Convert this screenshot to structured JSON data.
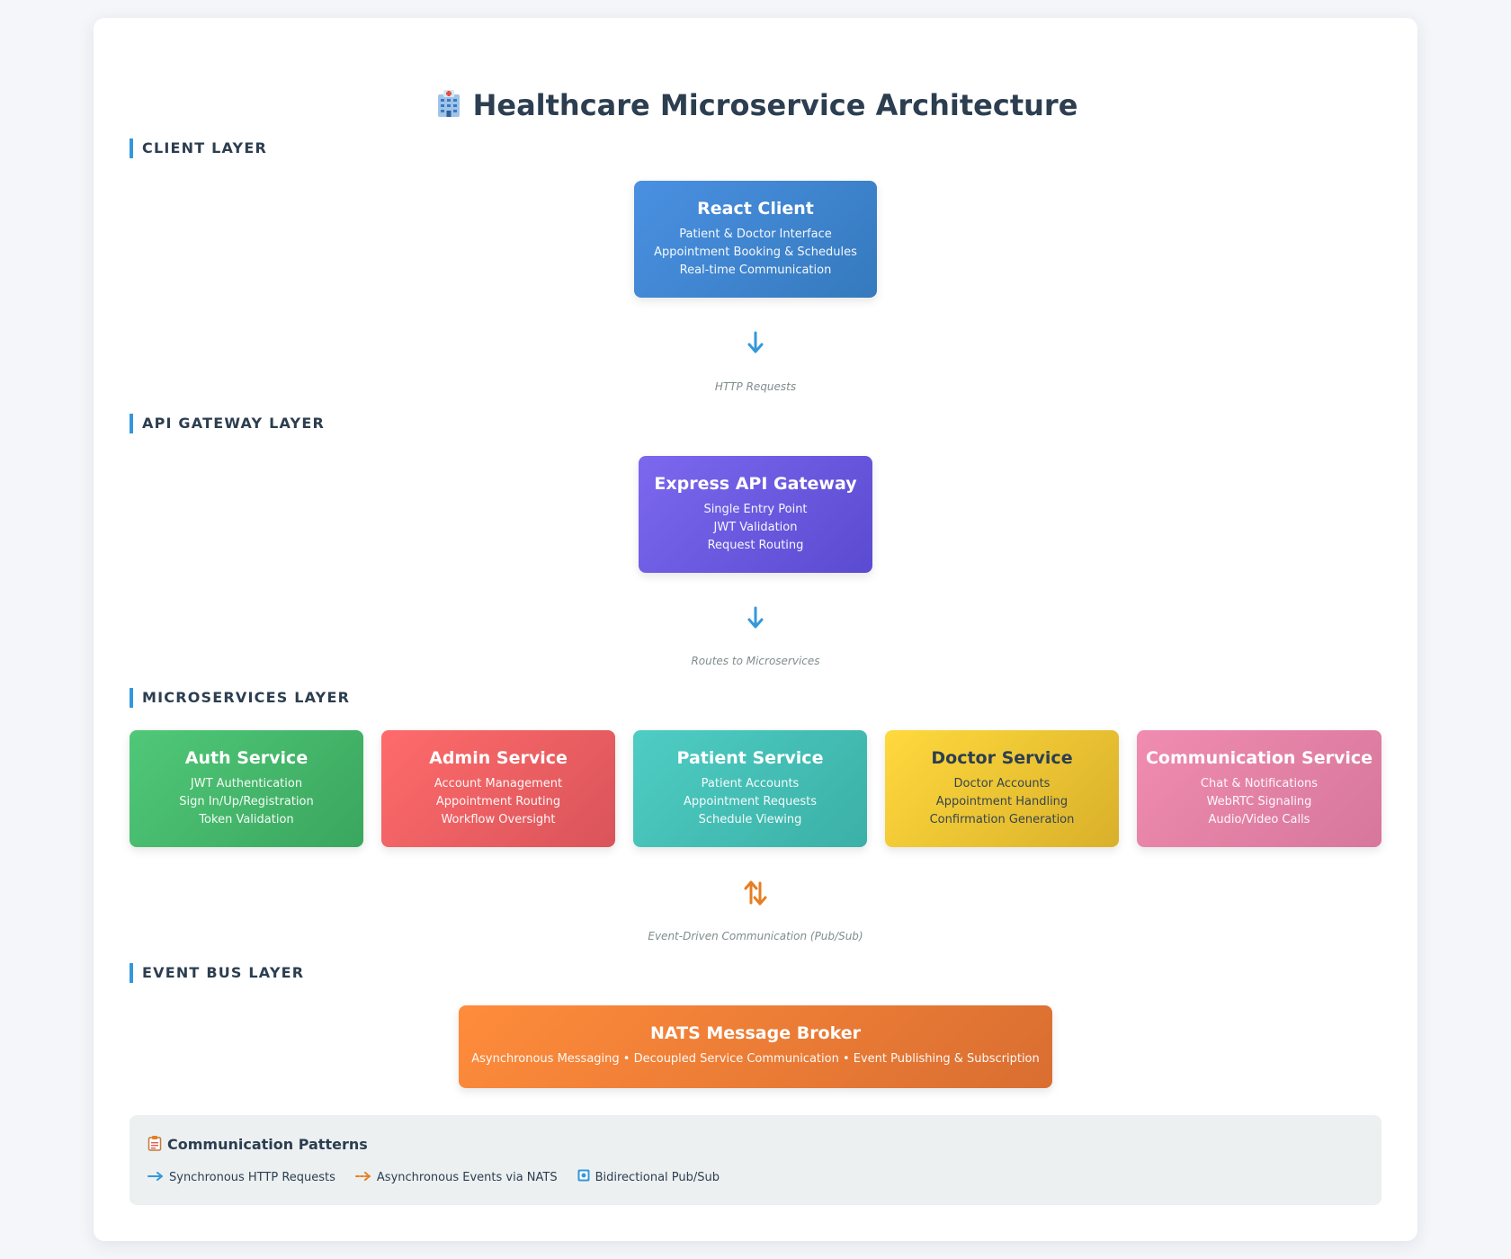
{
  "title": "Healthcare Microservice Architecture",
  "layers": {
    "client": "CLIENT LAYER",
    "gateway": "API GATEWAY LAYER",
    "microservices": "MICROSERVICES LAYER",
    "eventbus": "EVENT BUS LAYER"
  },
  "client": {
    "title": "React Client",
    "lines": [
      "Patient & Doctor Interface",
      "Appointment Booking & Schedules",
      "Real-time Communication"
    ]
  },
  "connectors": {
    "http": "HTTP Requests",
    "routes": "Routes to Microservices",
    "events": "Event-Driven Communication (Pub/Sub)"
  },
  "gateway": {
    "title": "Express API Gateway",
    "lines": [
      "Single Entry Point",
      "JWT Validation",
      "Request Routing"
    ]
  },
  "services": [
    {
      "title": "Auth Service",
      "lines": [
        "JWT Authentication",
        "Sign In/Up/Registration",
        "Token Validation"
      ]
    },
    {
      "title": "Admin Service",
      "lines": [
        "Account Management",
        "Appointment Routing",
        "Workflow Oversight"
      ]
    },
    {
      "title": "Patient Service",
      "lines": [
        "Patient Accounts",
        "Appointment Requests",
        "Schedule Viewing"
      ]
    },
    {
      "title": "Doctor Service",
      "lines": [
        "Doctor Accounts",
        "Appointment Handling",
        "Confirmation Generation"
      ]
    },
    {
      "title": "Communication Service",
      "lines": [
        "Chat & Notifications",
        "WebRTC Signaling",
        "Audio/Video Calls"
      ]
    }
  ],
  "broker": {
    "title": "NATS Message Broker",
    "line": "Asynchronous Messaging • Decoupled Service Communication • Event Publishing & Subscription"
  },
  "legend": {
    "title": "Communication Patterns",
    "items": [
      {
        "label": "Synchronous HTTP Requests",
        "icon": "blue-arrow-icon"
      },
      {
        "label": "Asynchronous Events via NATS",
        "icon": "orange-arrow-icon"
      },
      {
        "label": "Bidirectional Pub/Sub",
        "icon": "bidirectional-icon"
      }
    ]
  },
  "colors": {
    "client": "#3f87d6",
    "gateway": "#6a5ae0",
    "auth": "#45b26b",
    "admin": "#ea5a5f",
    "patient": "#43c1b6",
    "doctor": "#f0cb30",
    "communication": "#e584a6",
    "broker": "#f08a3c",
    "sync_arrow": "#3498db",
    "async_arrow": "#e67e22"
  }
}
